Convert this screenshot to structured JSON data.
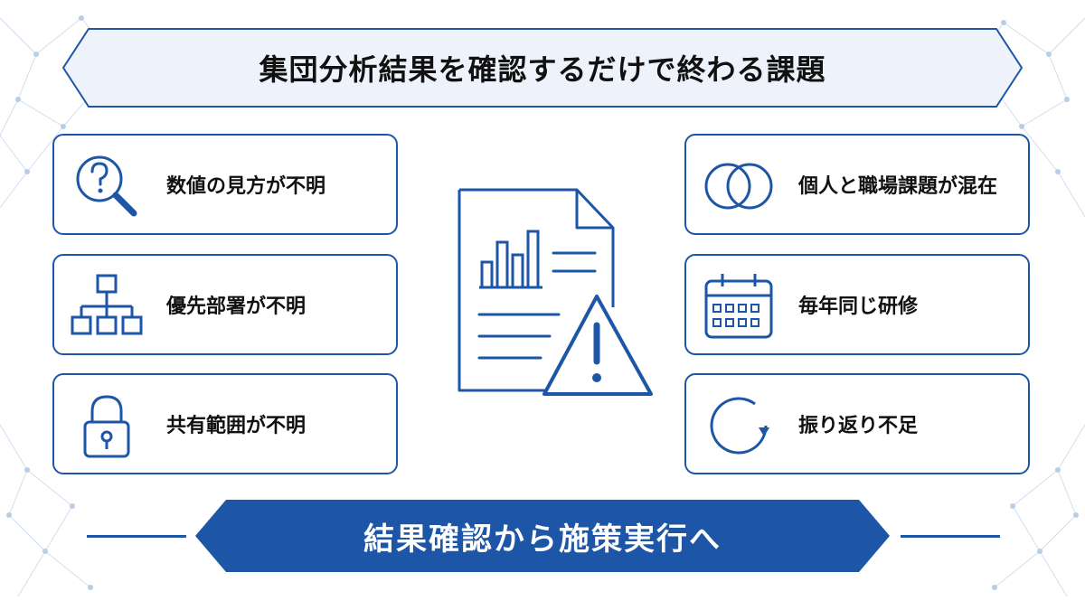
{
  "title": "集団分析結果を確認するだけで終わる課題",
  "left_cards": [
    {
      "label": "数値の見方が不明",
      "icon": "question-search-icon"
    },
    {
      "label": "優先部署が不明",
      "icon": "org-chart-icon"
    },
    {
      "label": "共有範囲が不明",
      "icon": "lock-icon"
    }
  ],
  "right_cards": [
    {
      "label": "個人と職場課題が混在",
      "icon": "overlap-circles-icon"
    },
    {
      "label": "毎年同じ研修",
      "icon": "calendar-icon"
    },
    {
      "label": "振り返り不足",
      "icon": "cycle-arrow-icon"
    }
  ],
  "center": {
    "icon": "report-warning-icon"
  },
  "footer": "結果確認から施策実行へ",
  "colors": {
    "primary": "#1d56a6",
    "banner_fill": "#eef3fb",
    "network": "#b9cde6"
  }
}
